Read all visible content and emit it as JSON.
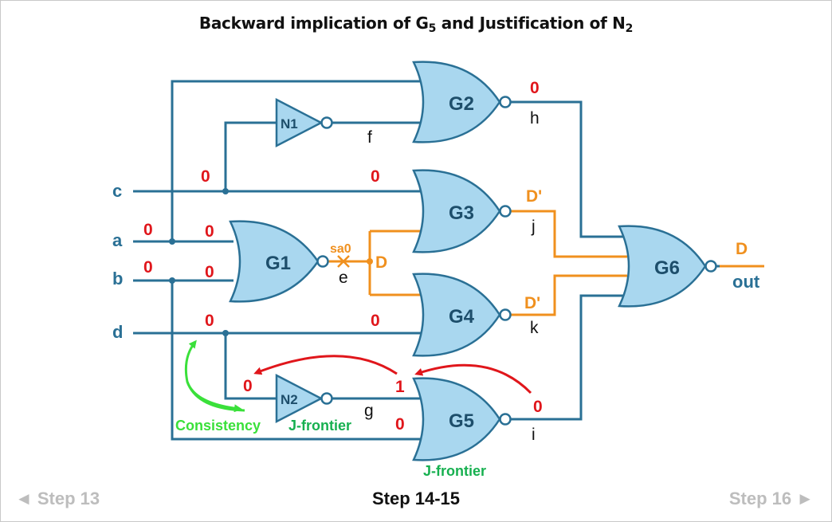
{
  "title": {
    "prefix": "Backward implication of G",
    "sub1": "5",
    "middle": " and Justification of N",
    "sub2": "2"
  },
  "navigation": {
    "prev": "◄ Step 13",
    "current": "Step 14-15",
    "next": "Step 16 ►"
  },
  "inputs": {
    "a": "a",
    "b": "b",
    "c": "c",
    "d": "d"
  },
  "output": {
    "label": "out",
    "value": "D"
  },
  "gates": {
    "G1": "G1",
    "G2": "G2",
    "G3": "G3",
    "G4": "G4",
    "G5": "G5",
    "G6": "G6",
    "N1": "N1",
    "N2": "N2"
  },
  "nets": {
    "e": "e",
    "f": "f",
    "g": "g",
    "h": "h",
    "i": "i",
    "j": "j",
    "k": "k"
  },
  "values": {
    "a_in": "0",
    "b_in": "0",
    "a_g1": "0",
    "b_g1": "0",
    "c_branch": "0",
    "c_g3": "0",
    "d_in": "0",
    "d_g4": "0",
    "h": "0",
    "j": "D'",
    "k": "D'",
    "e": "D",
    "out": "D",
    "fault": "sa0",
    "n2_in": "0",
    "g5_in_g": "1",
    "g5_in_b": "0",
    "i": "0"
  },
  "annotations": {
    "consistency": "Consistency",
    "jfrontier_n2": "J-frontier",
    "jfrontier_g5": "J-frontier"
  },
  "colors": {
    "wire": "#2a7095",
    "gate_fill": "#a9d7ef",
    "fault_path": "#f0901e",
    "value": "#e0161b",
    "jfrontier": "#17b050",
    "consistency": "#3ae03a"
  }
}
